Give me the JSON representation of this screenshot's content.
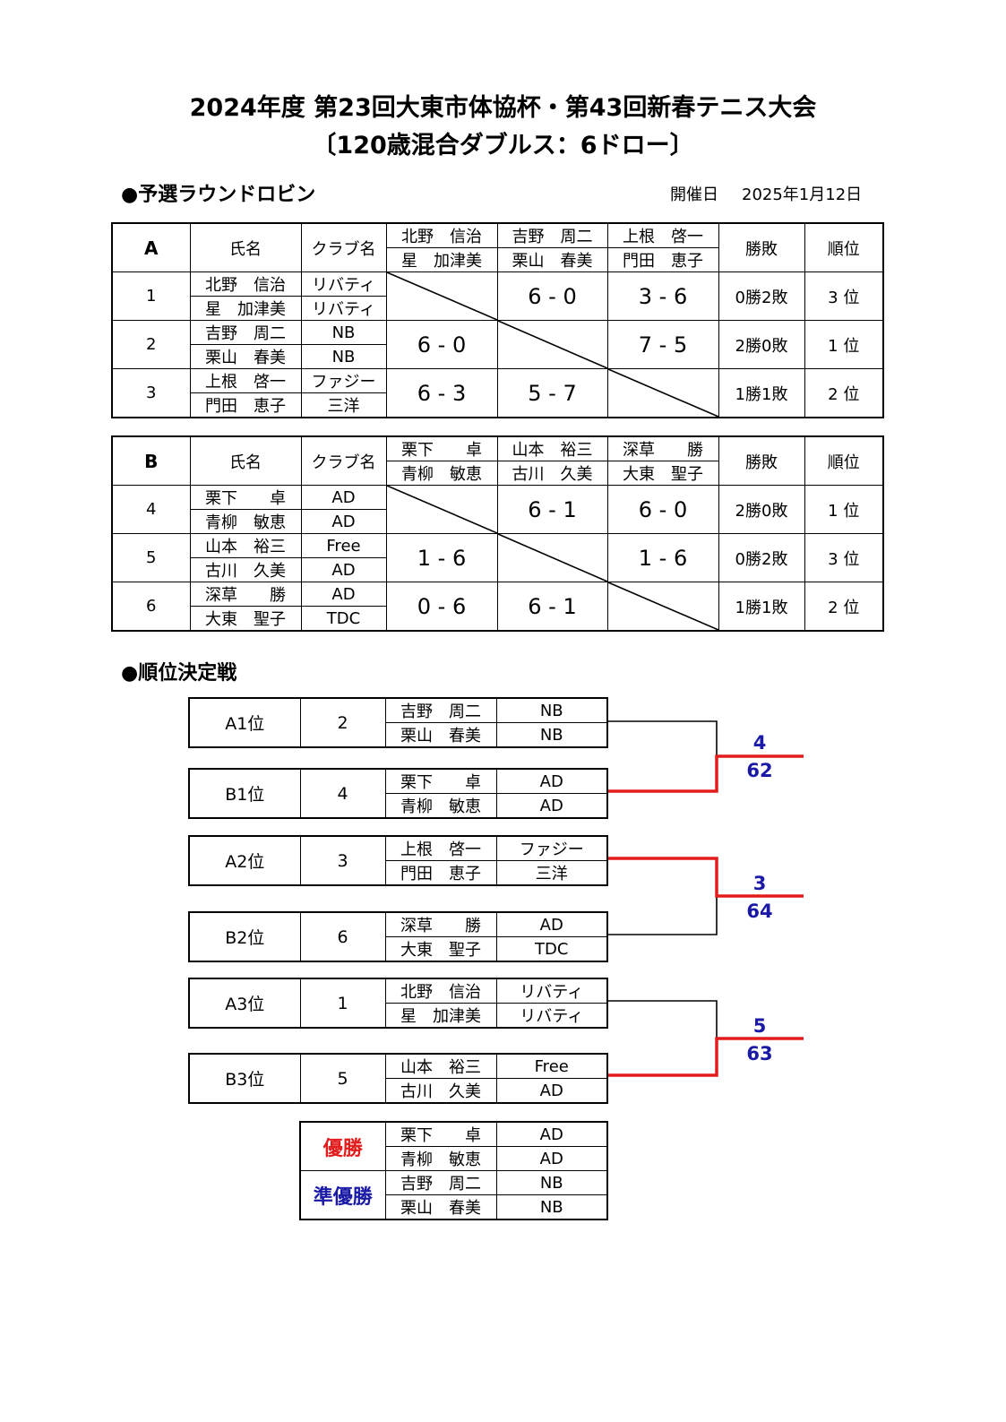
{
  "title_line1": "2024年度 第23回大東市体協杯・第43回新春テニス大会",
  "title_line2": "〔120歳混合ダブルス：6ドロー〕",
  "section_roundrobin": "●予選ラウンドロビン",
  "date_label": "開催日",
  "date_value": "2025年1月12日",
  "headers": {
    "name": "氏名",
    "club": "クラブ名",
    "record": "勝敗",
    "rank": "順位"
  },
  "groupA": {
    "label": "A",
    "rows": [
      {
        "no": "1",
        "p1": "北野　信治",
        "c1": "リバティ",
        "p2": "星　加津美",
        "c2": "リバティ",
        "s1": "",
        "s2": "6 - 0",
        "s3": "3 - 6",
        "record": "0勝2敗",
        "rank": "3 位"
      },
      {
        "no": "2",
        "p1": "吉野　周二",
        "c1": "NB",
        "p2": "栗山　春美",
        "c2": "NB",
        "s1": "6 - 0",
        "s2": "",
        "s3": "7 - 5",
        "record": "2勝0敗",
        "rank": "1 位"
      },
      {
        "no": "3",
        "p1": "上根　啓一",
        "c1": "ファジー",
        "p2": "門田　恵子",
        "c2": "三洋",
        "s1": "6 - 3",
        "s2": "5 - 7",
        "s3": "",
        "record": "1勝1敗",
        "rank": "2 位"
      }
    ]
  },
  "groupB": {
    "label": "B",
    "rows": [
      {
        "no": "4",
        "p1": "栗下　　卓",
        "c1": "AD",
        "p2": "青柳　敏恵",
        "c2": "AD",
        "s1": "",
        "s2": "6 - 1",
        "s3": "6 - 0",
        "record": "2勝0敗",
        "rank": "1 位"
      },
      {
        "no": "5",
        "p1": "山本　裕三",
        "c1": "Free",
        "p2": "古川　久美",
        "c2": "AD",
        "s1": "1 - 6",
        "s2": "",
        "s3": "1 - 6",
        "record": "0勝2敗",
        "rank": "3 位"
      },
      {
        "no": "6",
        "p1": "深草　　勝",
        "c1": "AD",
        "p2": "大東　聖子",
        "c2": "TDC",
        "s1": "0 - 6",
        "s2": "6 - 1",
        "s3": "",
        "record": "1勝1敗",
        "rank": "2 位"
      }
    ]
  },
  "section_playoff": "●順位決定戦",
  "playoff": [
    {
      "pos": "A1位",
      "no": "2",
      "p1": "吉野　周二",
      "c1": "NB",
      "p2": "栗山　春美",
      "c2": "NB"
    },
    {
      "pos": "B1位",
      "no": "4",
      "p1": "栗下　　卓",
      "c1": "AD",
      "p2": "青柳　敏恵",
      "c2": "AD"
    },
    {
      "pos": "A2位",
      "no": "3",
      "p1": "上根　啓一",
      "c1": "ファジー",
      "p2": "門田　恵子",
      "c2": "三洋"
    },
    {
      "pos": "B2位",
      "no": "6",
      "p1": "深草　　勝",
      "c1": "AD",
      "p2": "大東　聖子",
      "c2": "TDC"
    },
    {
      "pos": "A3位",
      "no": "1",
      "p1": "北野　信治",
      "c1": "リバティ",
      "p2": "星　加津美",
      "c2": "リバティ"
    },
    {
      "pos": "B3位",
      "no": "5",
      "p1": "山本　裕三",
      "c1": "Free",
      "p2": "古川　久美",
      "c2": "AD"
    }
  ],
  "results": [
    {
      "winner": "4",
      "score": "62"
    },
    {
      "winner": "3",
      "score": "64"
    },
    {
      "winner": "5",
      "score": "63"
    }
  ],
  "final": {
    "champion_label": "優勝",
    "runnerup_label": "準優勝",
    "champion": {
      "p1": "栗下　　卓",
      "c1": "AD",
      "p2": "青柳　敏恵",
      "c2": "AD"
    },
    "runnerup": {
      "p1": "吉野　周二",
      "c1": "NB",
      "p2": "栗山　春美",
      "c2": "NB"
    }
  },
  "colors": {
    "winner_line": "#e31b1b",
    "score_text": "#1a1aa6",
    "champion": "#e31b1b",
    "runnerup": "#1a1aa6"
  }
}
